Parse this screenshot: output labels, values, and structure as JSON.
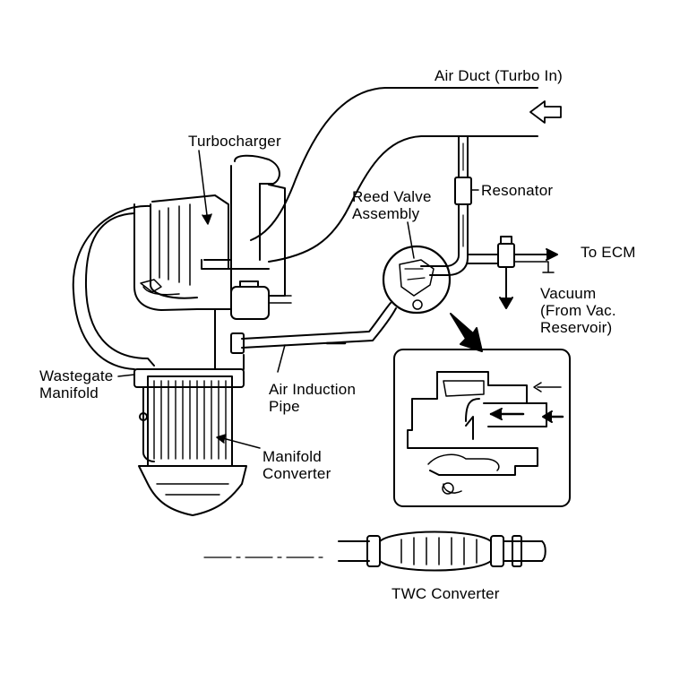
{
  "labels": {
    "air_duct": "Air Duct (Turbo In)",
    "turbocharger": "Turbocharger",
    "reed_valve": "Reed Valve\nAssembly",
    "resonator": "Resonator",
    "to_ecm": "To ECM",
    "vacuum": "Vacuum\n(From Vac.\nReservoir)",
    "wastegate": "Wastegate\nManifold",
    "air_induction": "Air Induction\nPipe",
    "manifold_converter": "Manifold\nConverter",
    "twc": "TWC Converter"
  },
  "colors": {
    "ink": "#000000",
    "paper": "#ffffff"
  }
}
